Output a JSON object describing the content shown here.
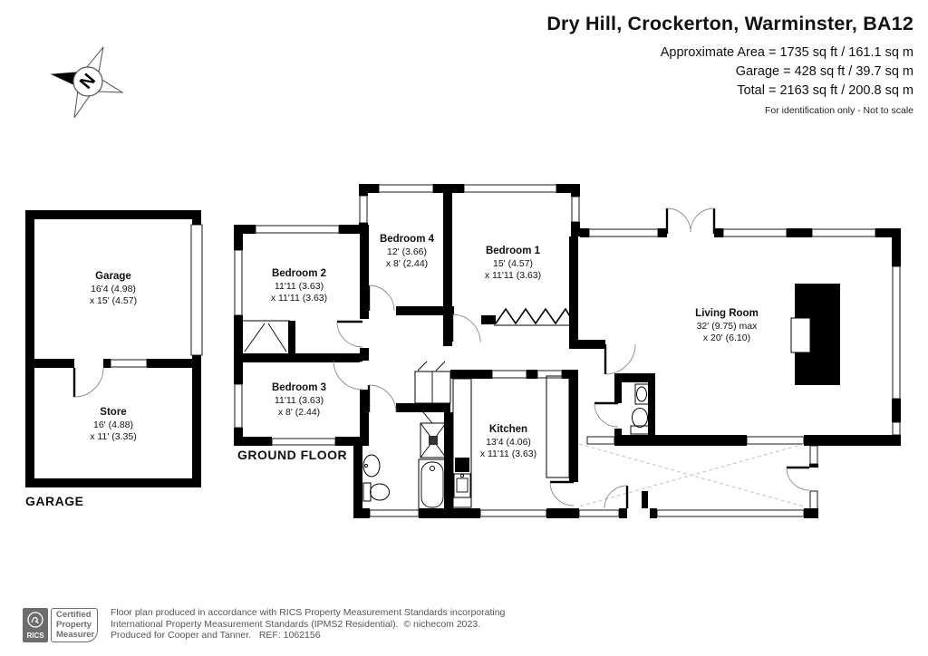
{
  "header": {
    "title": "Dry Hill, Crockerton, Warminster, BA12",
    "area_line1": "Approximate Area = 1735 sq ft / 161.1 sq m",
    "area_line2": "Garage = 428 sq ft / 39.7 sq m",
    "area_line3": "Total = 2163 sq ft / 200.8 sq m",
    "disclaimer": "For identification only - Not to scale"
  },
  "compass": {
    "label": "N"
  },
  "floor_labels": {
    "ground_floor": "GROUND FLOOR",
    "garage": "GARAGE"
  },
  "rooms": {
    "garage": {
      "name": "Garage",
      "dim1": "16'4 (4.98)",
      "dim2": "x 15' (4.57)"
    },
    "store": {
      "name": "Store",
      "dim1": "16' (4.88)",
      "dim2": "x 11' (3.35)"
    },
    "bedroom2": {
      "name": "Bedroom 2",
      "dim1": "11'11 (3.63)",
      "dim2": "x 11'11 (3.63)"
    },
    "bedroom3": {
      "name": "Bedroom 3",
      "dim1": "11'11 (3.63)",
      "dim2": "x 8' (2.44)"
    },
    "bedroom4": {
      "name": "Bedroom 4",
      "dim1": "12' (3.66)",
      "dim2": "x 8' (2.44)"
    },
    "bedroom1": {
      "name": "Bedroom 1",
      "dim1": "15' (4.57)",
      "dim2": "x 11'11 (3.63)"
    },
    "living": {
      "name": "Living Room",
      "dim1": "32' (9.75) max",
      "dim2": "x 20' (6.10)"
    },
    "kitchen": {
      "name": "Kitchen",
      "dim1": "13'4 (4.06)",
      "dim2": "x 11'11 (3.63)"
    }
  },
  "footer": {
    "rics": "RICS",
    "badge_line1": "Certified",
    "badge_line2": "Property",
    "badge_line3": "Measurer",
    "line1": "Floor plan produced in accordance with RICS Property Measurement Standards incorporating",
    "line2": "International Property Measurement Standards (IPMS2 Residential).  © nichecom 2023.",
    "line3": "Produced for Cooper and Tanner.   REF: 1062156"
  },
  "colors": {
    "wall": "#000000",
    "text": "#111111",
    "footer_text": "#555555",
    "badge_gray": "#6d6d6d"
  }
}
